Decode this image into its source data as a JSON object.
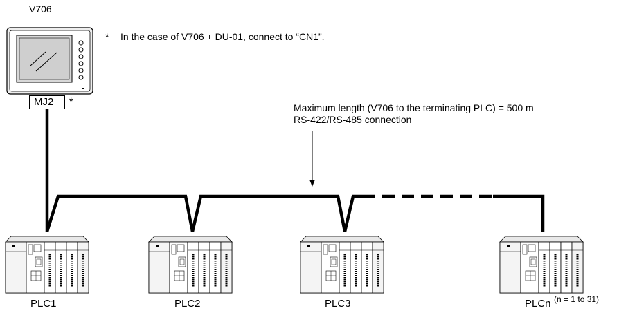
{
  "hmi": {
    "name": "V706",
    "port": "MJ2",
    "port_marker": "*"
  },
  "note": {
    "marker": "*",
    "text": "In the case of V706 + DU-01, connect to “CN1”."
  },
  "cable": {
    "max_length": "Maximum length (V706 to the terminating PLC) = 500 m",
    "connection": "RS-422/RS-485 connection"
  },
  "plcs": [
    {
      "label": "PLC1"
    },
    {
      "label": "PLC2"
    },
    {
      "label": "PLC3"
    },
    {
      "label": "PLCn"
    }
  ],
  "plcn_range": "(n = 1 to 31)"
}
